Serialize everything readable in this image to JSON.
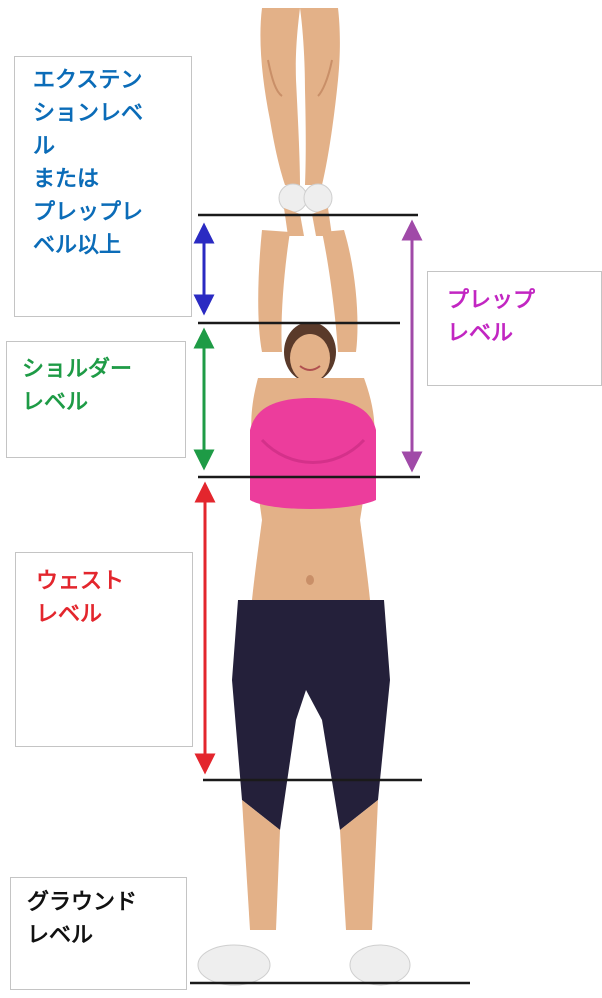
{
  "levels": {
    "extension": {
      "lines": [
        "エクステン",
        "ションレベ",
        "ル",
        "または",
        "プレップレ",
        "ベル以上"
      ],
      "color": "#0b6cb8"
    },
    "prep": {
      "lines": [
        "プレップ",
        "レベル"
      ],
      "color": "#c226c2"
    },
    "shoulder": {
      "lines": [
        "ショルダー",
        "レベル"
      ],
      "color": "#1e9b46"
    },
    "waist": {
      "lines": [
        "ウェスト",
        "レベル"
      ],
      "color": "#e3262d"
    },
    "ground": {
      "lines": [
        "グラウンド",
        "レベル"
      ],
      "color": "#111111"
    }
  },
  "colors": {
    "divider": "#1a1a1a",
    "extension_arrow": "#2a2ac2",
    "prep_arrow": "#a04aa8",
    "shoulder_arrow": "#1e9b46",
    "waist_arrow": "#e3262d",
    "skin": "#e3b188",
    "skin_shadow": "#c98f68",
    "top": "#ec3d9c",
    "leggings": "#24203a",
    "shoe": "#eeeeee"
  }
}
